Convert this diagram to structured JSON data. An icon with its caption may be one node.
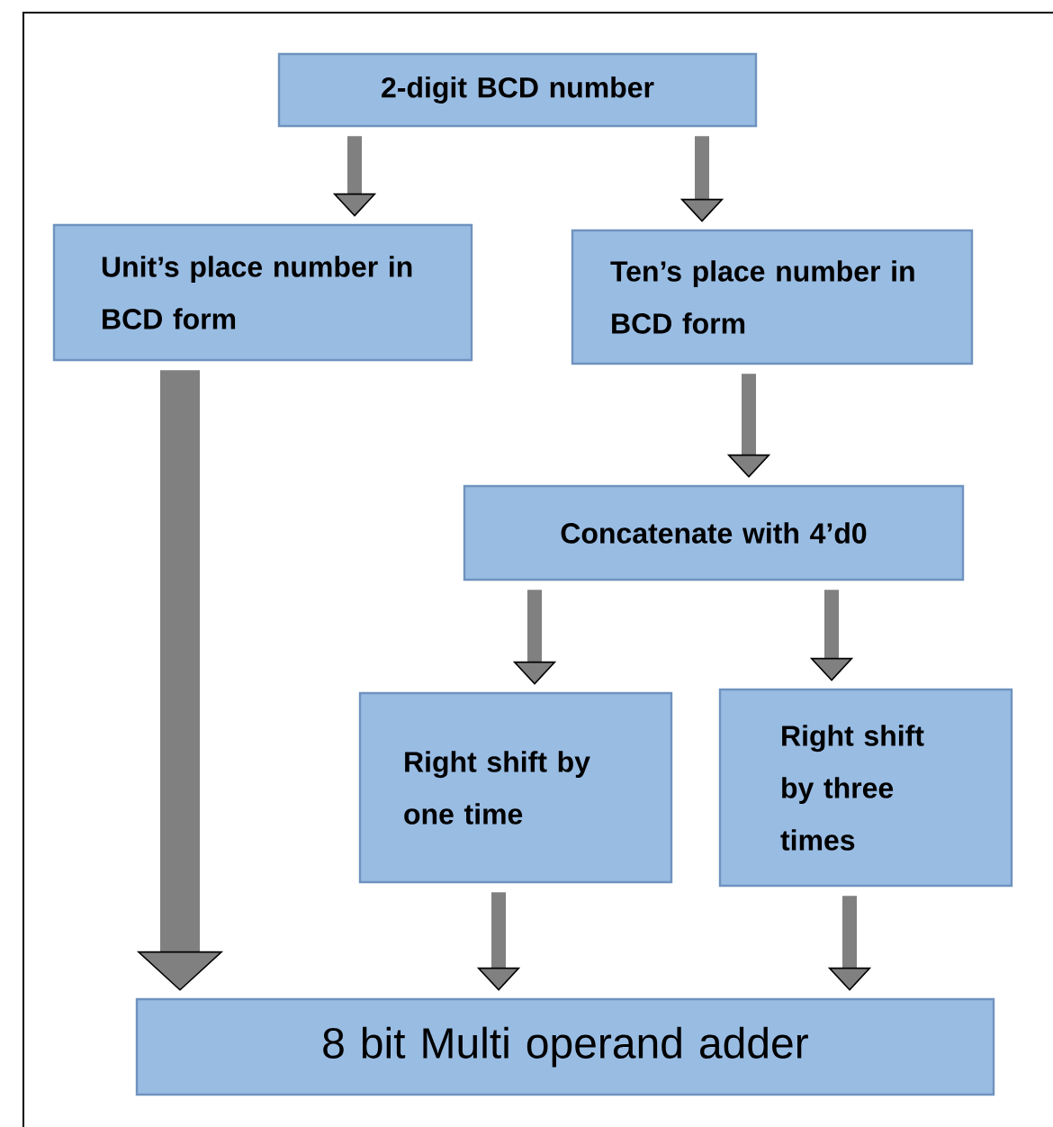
{
  "diagram": {
    "nodes": [
      {
        "text": [
          "2-digit BCD number"
        ]
      },
      {
        "text": [
          "Unit’s place number in BCD form"
        ]
      },
      {
        "text": [
          "Ten’s place number in BCD form"
        ]
      },
      {
        "text": [
          "Concatenate with 4’d0"
        ]
      },
      {
        "text": [
          "Right shift by one time"
        ]
      },
      {
        "text": [
          "Right shift by three times"
        ]
      },
      {
        "text": [
          "8 bit Multi operand adder"
        ]
      }
    ],
    "edges": [
      {
        "from": 0,
        "to": 1,
        "arrow": "to"
      },
      {
        "from": 0,
        "to": 2,
        "arrow": "to"
      },
      {
        "from": 2,
        "to": 3,
        "arrow": "to"
      },
      {
        "from": 3,
        "to": 4,
        "arrow": "to"
      },
      {
        "from": 3,
        "to": 5,
        "arrow": "to"
      },
      {
        "from": 1,
        "to": 6,
        "arrow": "to",
        "style": "thick"
      },
      {
        "from": 4,
        "to": 6,
        "arrow": "to"
      },
      {
        "from": 5,
        "to": 6,
        "arrow": "to"
      }
    ]
  }
}
